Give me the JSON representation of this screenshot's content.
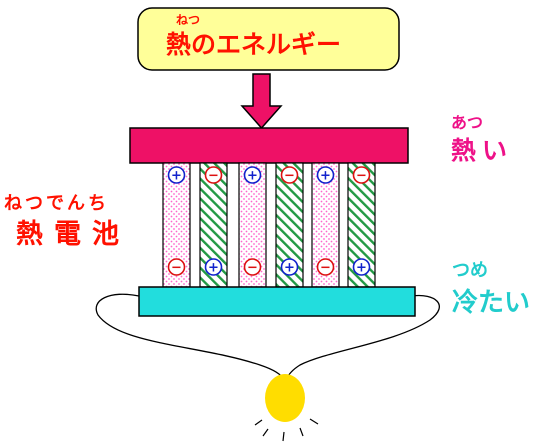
{
  "heat_box": {
    "ruby": "ねつ",
    "text": "熱のエネルギー"
  },
  "hot": {
    "ruby": "あつ",
    "text": "熱い"
  },
  "cold": {
    "ruby": "つめ",
    "text": "冷たい"
  },
  "thermocouple": {
    "ruby": "ねつでんち",
    "text": "熱電池"
  },
  "signs": {
    "plus": "+",
    "minus": "−"
  },
  "colors": {
    "hot_plate": "#ee1166",
    "cold_plate": "#22dddd",
    "red_text": "#ff1100",
    "hot_text": "#ee1188",
    "cold_text": "#22cccc",
    "heat_box_fill": "#ffff99",
    "plus_ring": "#1122cc",
    "minus_ring": "#dd1111",
    "p_leg_dots": "#ff66cc",
    "n_leg_stripes": "#229944",
    "bulb": "#ffdd00"
  },
  "legs": [
    {
      "type": "p",
      "top_sign": "plus",
      "bottom_sign": "minus"
    },
    {
      "type": "n",
      "top_sign": "minus",
      "bottom_sign": "plus"
    },
    {
      "type": "p",
      "top_sign": "plus",
      "bottom_sign": "minus"
    },
    {
      "type": "n",
      "top_sign": "minus",
      "bottom_sign": "plus"
    },
    {
      "type": "p",
      "top_sign": "plus",
      "bottom_sign": "minus"
    },
    {
      "type": "n",
      "top_sign": "minus",
      "bottom_sign": "plus"
    }
  ]
}
